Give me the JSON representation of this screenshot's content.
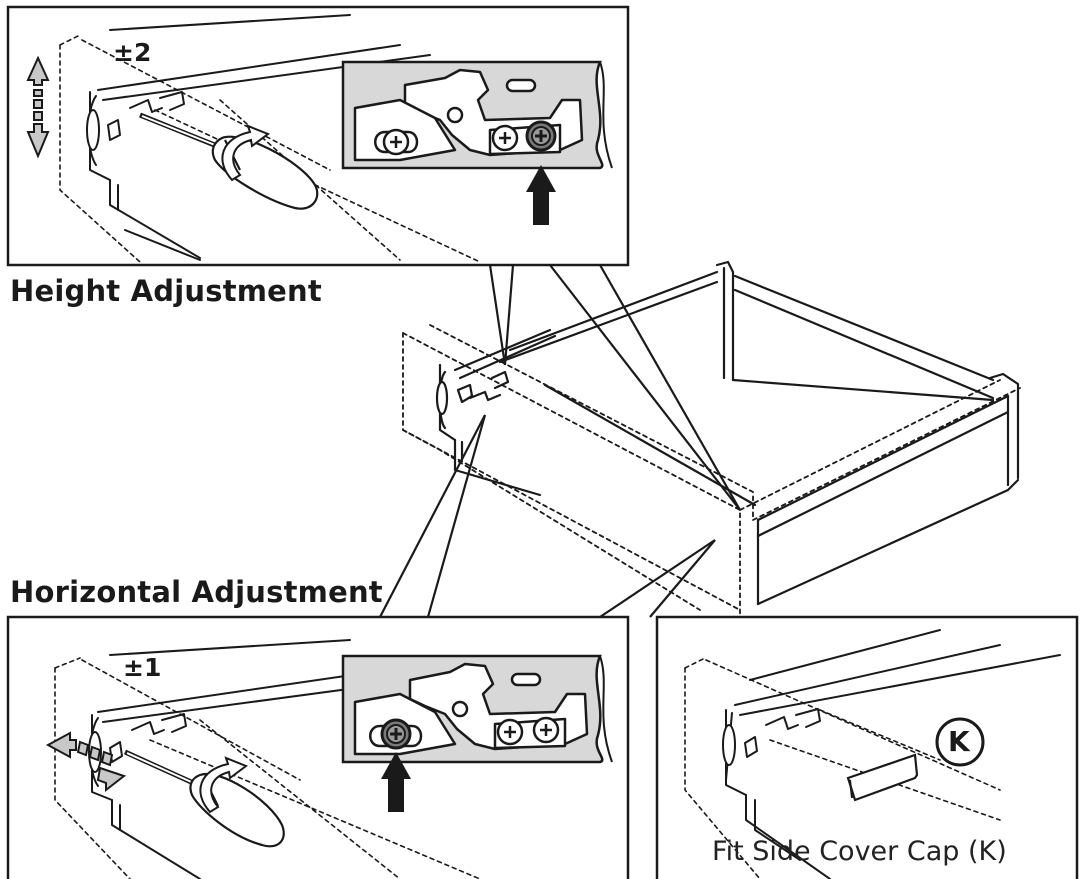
{
  "panels": {
    "height": {
      "label": "Height  Adjustment",
      "tolerance": "±2"
    },
    "horizontal": {
      "label": "Horizontal Adjustment",
      "tolerance": "±1"
    },
    "cover_cap": {
      "caption": "Fit Side Cover Cap (K)",
      "part_letter": "K"
    }
  },
  "colors": {
    "ink": "#1a1a1a",
    "panel_bg": "#d8d8d8",
    "highlight_screw": "#7a7a7a",
    "arrow_fill": "#c8c8c8"
  },
  "icons": [
    "screwdriver-icon",
    "rotation-arrow-icon",
    "pointer-arrow-icon",
    "double-arrow-icon",
    "screw-icon"
  ]
}
